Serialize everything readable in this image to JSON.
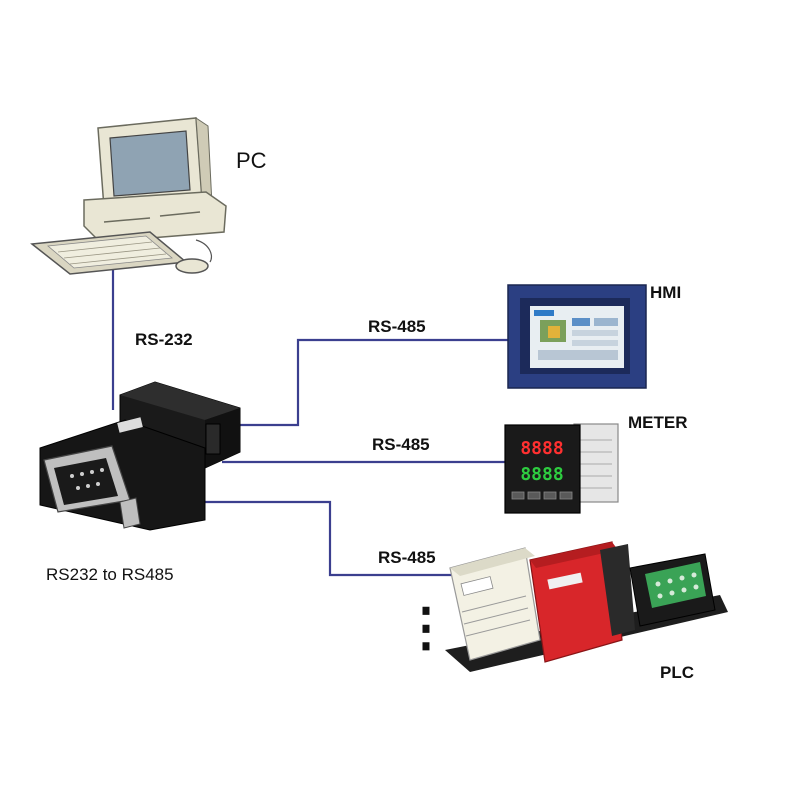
{
  "nodes": {
    "pc": {
      "label": "PC"
    },
    "converter": {
      "label": "RS232 to RS485"
    },
    "hmi": {
      "label": "HMI"
    },
    "meter": {
      "label": "METER",
      "display_top": "8888",
      "display_bottom": "8888"
    },
    "plc": {
      "label": "PLC"
    }
  },
  "links": {
    "pc_to_converter": {
      "label": "RS-232"
    },
    "converter_to_hmi": {
      "label": "RS-485"
    },
    "converter_to_meter": {
      "label": "RS-485"
    },
    "converter_to_plc": {
      "label": "RS-485"
    }
  },
  "more_devices_marker": "⋮",
  "colors": {
    "link": "#3b3f8f",
    "device_dark": "#1a1a1a",
    "hmi_frame": "#2b3f82",
    "plc_red": "#d8262a",
    "meter_red": "#ff3030",
    "meter_green": "#2ecc40",
    "terminal_green": "#3aa356",
    "computer_beige": "#e9e6d4"
  }
}
